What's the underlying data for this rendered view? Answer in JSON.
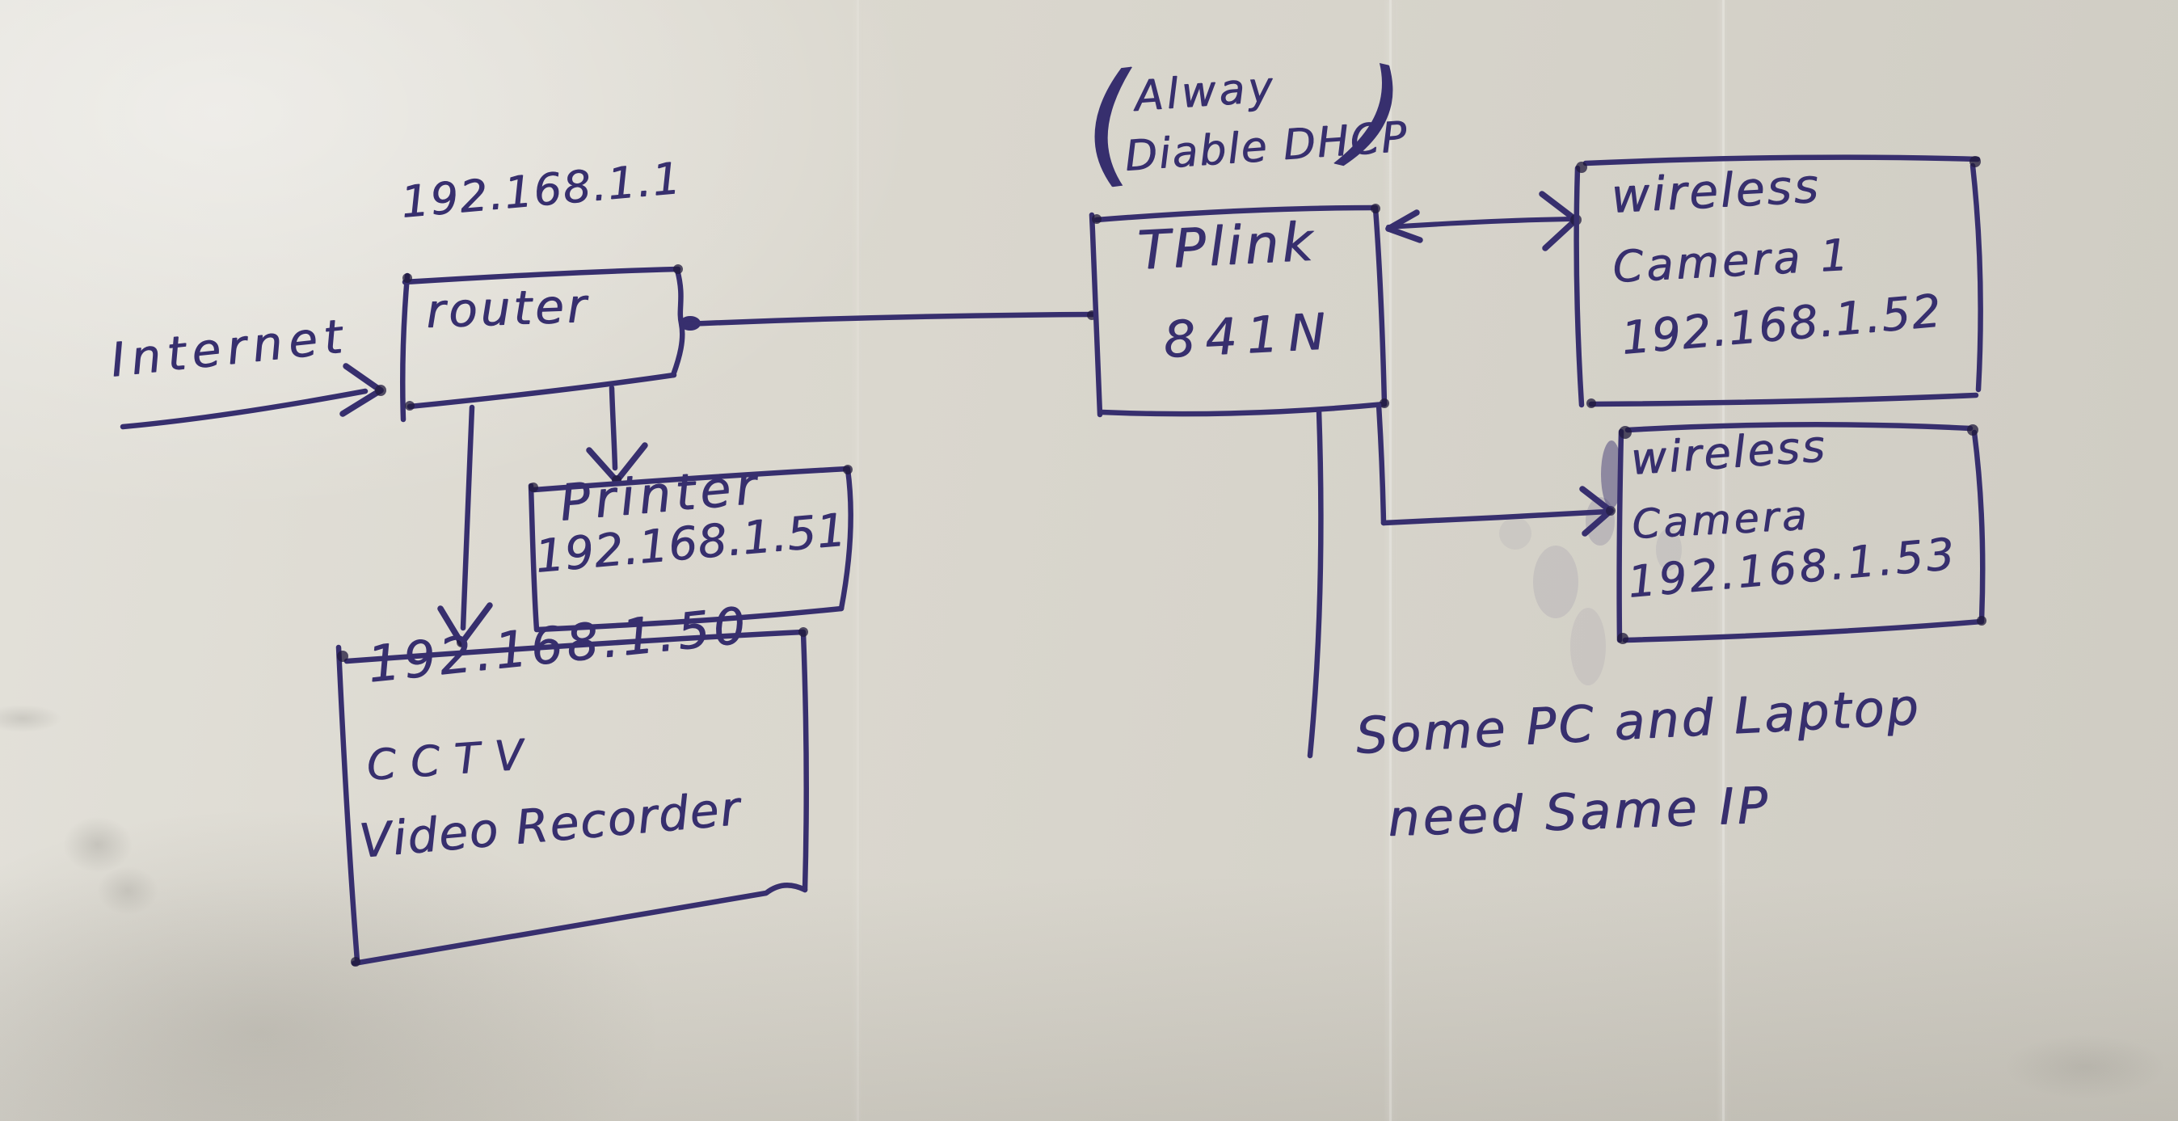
{
  "diagram": {
    "internet": {
      "label": "Internet"
    },
    "router": {
      "ip": "192.168.1.1",
      "label": "router"
    },
    "printer": {
      "label": "Printer",
      "ip": "192.168.1.51"
    },
    "cctv": {
      "ip": "192.168.1.50",
      "label": "CCTV",
      "sublabel": "Video Recorder"
    },
    "tplink": {
      "label": "TPlink",
      "model": "841N"
    },
    "dhcp_note": {
      "paren_open": "(",
      "line1": "Alway",
      "line2": "Diable DHCP",
      "paren_close": ")"
    },
    "camera1": {
      "line1": "wireless",
      "line2": "Camera 1",
      "ip": "192.168.1.52"
    },
    "camera2": {
      "line1": "wireless",
      "line2": "Camera",
      "ip": "192.168.1.53"
    },
    "pc_note": {
      "line1": "Some PC and Laptop",
      "line2": "need Same IP"
    }
  },
  "colors": {
    "ink": "#372f6e",
    "ink_dark": "#201a3c",
    "wall": "#d9d6cd"
  }
}
